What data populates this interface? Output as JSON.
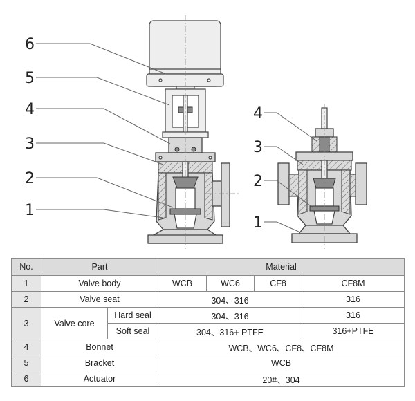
{
  "diagram": {
    "left_view_labels": [
      "6",
      "5",
      "4",
      "3",
      "2",
      "1"
    ],
    "right_view_labels": [
      "4",
      "3",
      "2",
      "1"
    ]
  },
  "table": {
    "headers": {
      "no": "No.",
      "part": "Part",
      "material": "Material"
    },
    "rows": [
      {
        "no": "1",
        "part": "Valve body",
        "materials": [
          "WCB",
          "WC6",
          "CF8",
          "CF8M"
        ]
      },
      {
        "no": "2",
        "part": "Valve seat",
        "material_a": "304、316",
        "material_b": "316"
      },
      {
        "no": "3",
        "part": "Valve core",
        "sub": [
          {
            "name": "Hard seal",
            "material_a": "304、316",
            "material_b": "316"
          },
          {
            "name": "Soft seal",
            "material_a": "304、316+ PTFE",
            "material_b": "316+PTFE"
          }
        ]
      },
      {
        "no": "4",
        "part": "Bonnet",
        "material": "WCB、WC6、CF8、CF8M"
      },
      {
        "no": "5",
        "part": "Bracket",
        "material": "WCB"
      },
      {
        "no": "6",
        "part": "Actuator",
        "material": "20#、304"
      }
    ]
  }
}
